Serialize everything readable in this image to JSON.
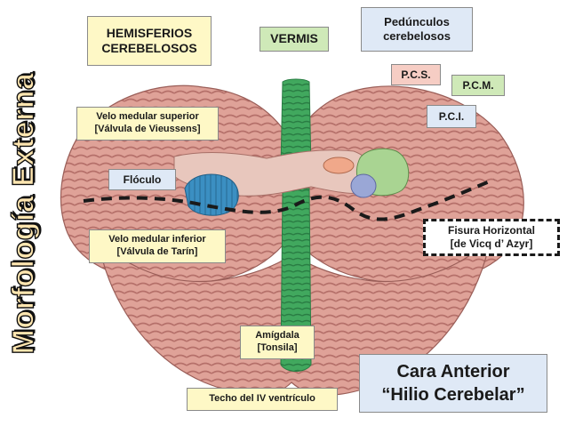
{
  "side_title": "Morfología Externa",
  "labels": {
    "hemisferios": "HEMISFERIOS\nCEREBELOSOS",
    "vermis": "VERMIS",
    "pedunculos": "Pedúnculos\ncerebelosos",
    "pcs": "P.C.S.",
    "pcm": "P.C.M.",
    "pci": "P.C.I.",
    "velo_superior": "Velo medular superior\n[Válvula de Vieussens]",
    "floculo": "Flóculo",
    "velo_inferior": "Velo medular inferior\n[Válvula de Tarín]",
    "fisura": "Fisura Horizontal\n[de Vicq d’ Azyr]",
    "amigdala": "Amígdala\n[Tonsila]",
    "techo": "Techo del IV ventrículo",
    "cara_anterior": "Cara Anterior\n“Hilio Cerebelar”"
  },
  "colors": {
    "tissue": "#dd9f95",
    "folia_line": "#b5706a",
    "vermis": "#3fa35d",
    "floculo": "#3b8fc2",
    "pcs": "#f0a88a",
    "pcm": "#a9d492",
    "pci": "#9aa7d6"
  }
}
